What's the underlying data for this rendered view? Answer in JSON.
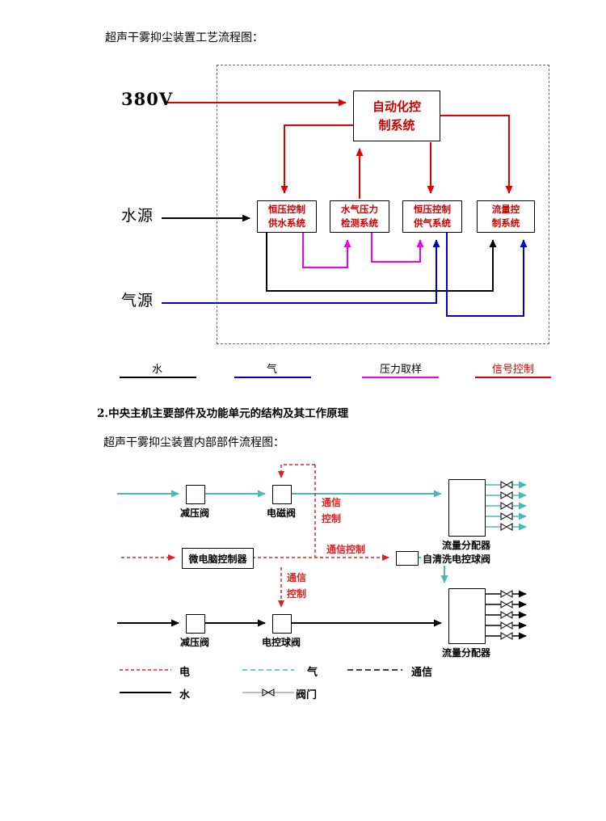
{
  "page": {
    "title1": "超声干雾抑尘装置工艺流程图：",
    "section_heading": "2.中央主机主要部件及功能单元的结构及其工作原理",
    "title2": "超声干雾抑尘装置内部部件流程图："
  },
  "diagram1": {
    "sources": {
      "power": "380V",
      "water": "水源",
      "gas": "气源"
    },
    "boxes": {
      "automation": "自动化控\n制系统",
      "water_supply": "恒压控制\n供水系统",
      "pressure_detect": "水气压力\n检测系统",
      "gas_supply": "恒压控制\n供气系统",
      "flow_control": "流量控\n制系统"
    },
    "legend": [
      {
        "label": "水",
        "color": "#000000"
      },
      {
        "label": "气",
        "color": "#0000cc"
      },
      {
        "label": "压力取样",
        "color": "#ee00ee"
      },
      {
        "label": "信号控制",
        "color": "#e00000"
      }
    ]
  },
  "diagram2": {
    "labels": {
      "reducer_gas": "减压阀",
      "solenoid_valve": "电磁阀",
      "controller": "微电脑控制器",
      "self_clean_valve": "自清洗电控球阀",
      "reducer_water": "减压阀",
      "electric_ball_valve": "电控球阀",
      "distributor_gas": "流量分配器",
      "distributor_water": "流量分配器"
    },
    "comm": {
      "top": "通信\n控制",
      "right": "通信控制",
      "bottom": "通信\n控制"
    },
    "legend": [
      {
        "label": "电",
        "color": "#e02020"
      },
      {
        "label": "气",
        "color": "#49b8b8"
      },
      {
        "label": "通信",
        "color": "#000000"
      },
      {
        "label": "水",
        "color": "#000000"
      },
      {
        "label": "阀门",
        "color": "#222222"
      }
    ]
  },
  "colors": {
    "signal_red": "#e00000",
    "water_black": "#000000",
    "gas_blue": "#0000cc",
    "pressure_magenta": "#ee00ee",
    "gas_cyan": "#49b8b8",
    "comm_red_dashed": "#e02020"
  }
}
